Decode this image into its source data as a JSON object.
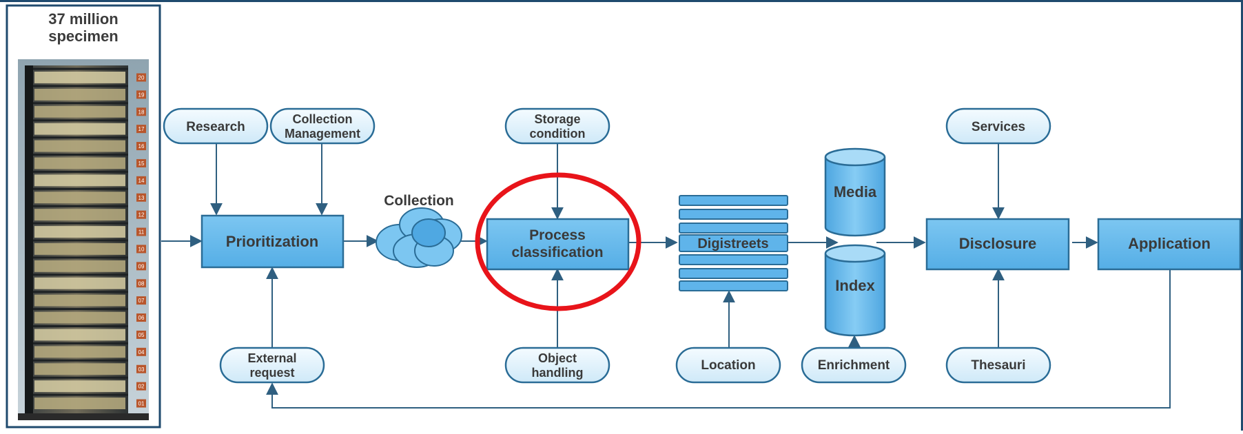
{
  "tower": {
    "title_line1": "37 million",
    "title_line2": "specimen",
    "floor_numbers": [
      "20",
      "19",
      "18",
      "17",
      "16",
      "15",
      "14",
      "13",
      "12",
      "11",
      "10",
      "09",
      "08",
      "07",
      "06",
      "05",
      "04",
      "03",
      "02",
      "01"
    ]
  },
  "nodes": {
    "research": "Research",
    "collection_management_1": "Collection",
    "collection_management_2": "Management",
    "prioritization": "Prioritization",
    "collection": "Collection",
    "storage_condition_1": "Storage",
    "storage_condition_2": "condition",
    "process_classification_1": "Process",
    "process_classification_2": "classification",
    "object_handling_1": "Object",
    "object_handling_2": "handling",
    "digistreets": "Digistreets",
    "location": "Location",
    "media": "Media",
    "index": "Index",
    "enrichment": "Enrichment",
    "services": "Services",
    "disclosure": "Disclosure",
    "thesauri": "Thesauri",
    "application": "Application",
    "external_request_1": "External",
    "external_request_2": "request"
  },
  "colors": {
    "box_fill": "#5fb4ea",
    "box_stroke": "#2a6c96",
    "pill_fill": "#e4f3fc",
    "line": "#2f5f80",
    "highlight": "#e8141a",
    "tower_frame": "#1f4a6e"
  }
}
